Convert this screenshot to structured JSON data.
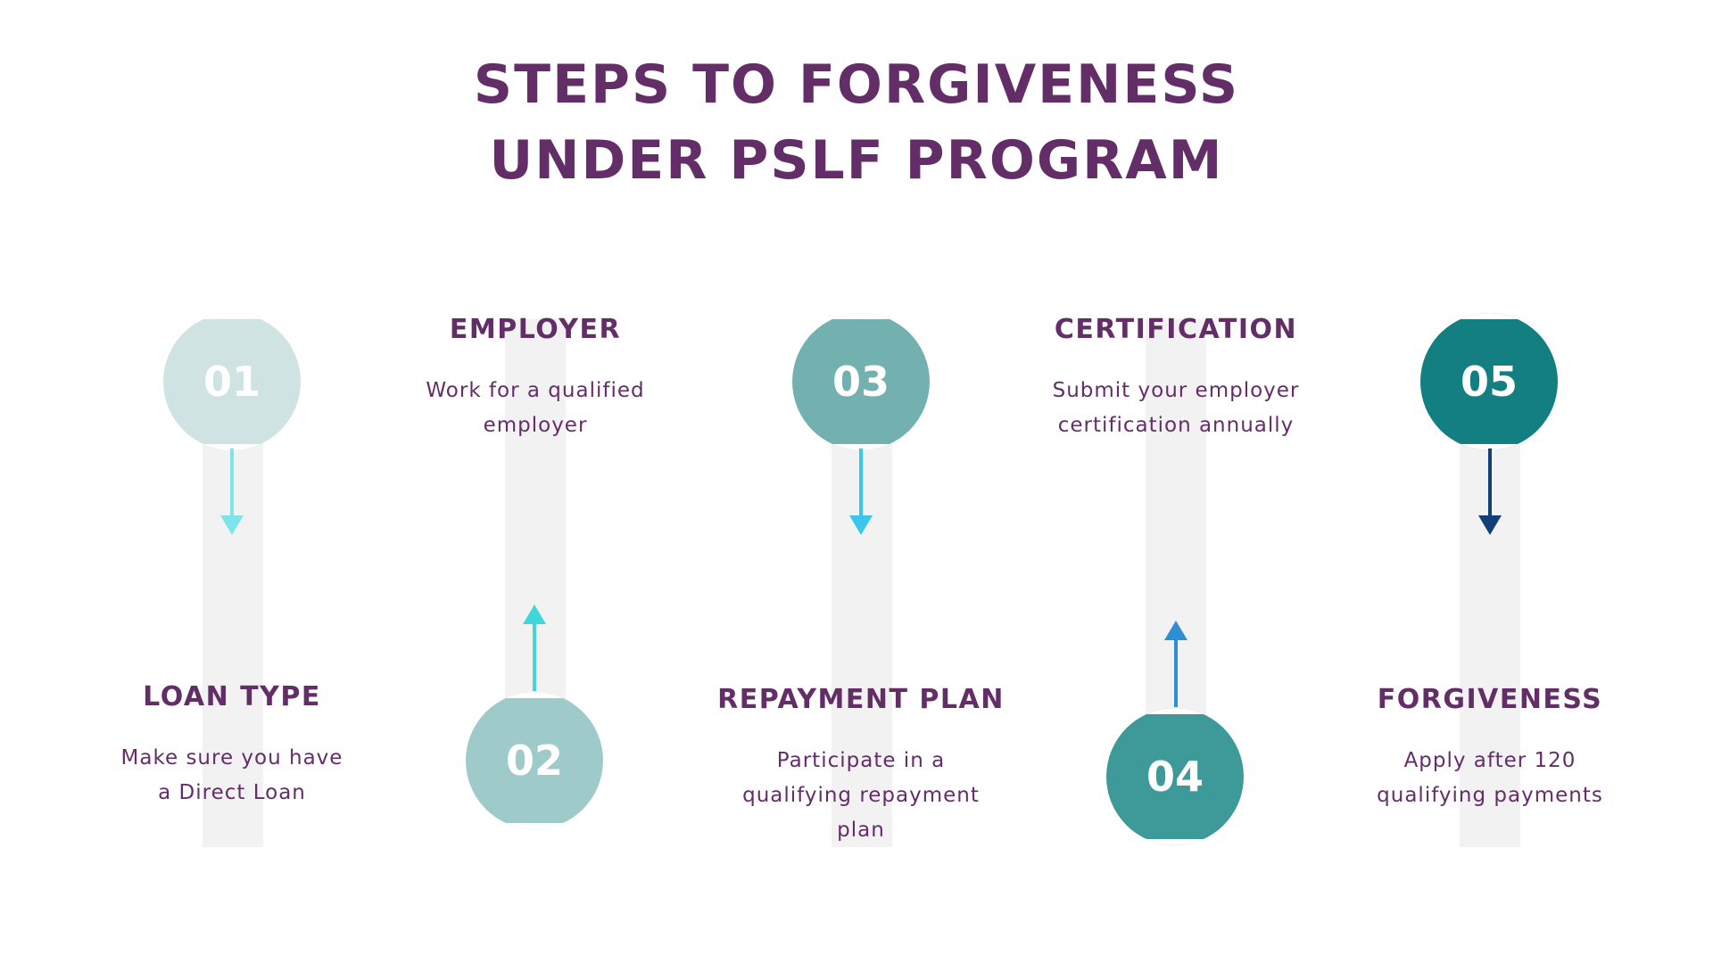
{
  "title": {
    "line1": "STEPS TO FORGIVENESS",
    "line2": "UNDER PSLF PROGRAM"
  },
  "colors": {
    "title": "#632e68",
    "track": "#f2f2f2",
    "circle_01": "#cfe3e2",
    "circle_02": "#9ecbca",
    "circle_03": "#72b1b0",
    "circle_04": "#3e9a98",
    "circle_05": "#137f80",
    "arrow_01": "#7fe3ea",
    "arrow_02": "#3fd7dc",
    "arrow_03": "#3bc6ea",
    "arrow_04": "#2e8fd4",
    "arrow_05": "#123f78"
  },
  "steps": [
    {
      "number": "01",
      "heading": "LOAN TYPE",
      "line1": "Make sure you have",
      "line2": "a Direct Loan",
      "line3": ""
    },
    {
      "number": "02",
      "heading": "EMPLOYER",
      "line1": "Work for a qualified",
      "line2": "employer",
      "line3": ""
    },
    {
      "number": "03",
      "heading": "REPAYMENT PLAN",
      "line1": "Participate in a",
      "line2": "qualifying repayment",
      "line3": "plan"
    },
    {
      "number": "04",
      "heading": "CERTIFICATION",
      "line1": "Submit your employer",
      "line2": "certification annually",
      "line3": ""
    },
    {
      "number": "05",
      "heading": "FORGIVENESS",
      "line1": "Apply after 120",
      "line2": "qualifying payments",
      "line3": ""
    }
  ],
  "icons": {
    "arrow_down": "arrow-down-icon",
    "arrow_up": "arrow-up-icon"
  }
}
